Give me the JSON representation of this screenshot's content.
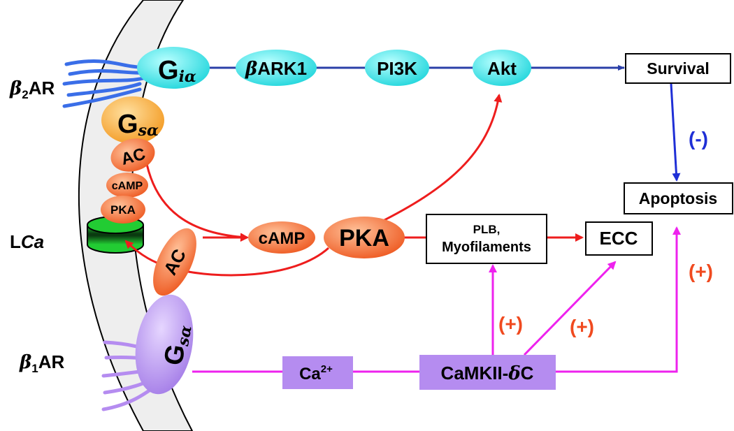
{
  "receptors": {
    "b2": {
      "greek": "β",
      "sub": "2",
      "rest": "AR"
    },
    "b1": {
      "greek": "β",
      "sub": "1",
      "rest": "AR"
    },
    "lca": {
      "plain": "L",
      "italic": "Ca"
    }
  },
  "membrane_nodes": {
    "gia": {
      "main": "G",
      "sub": "iα"
    },
    "gsa_top": {
      "main": "G",
      "sub": "sα"
    },
    "ac_top": "AC",
    "camp_small": "cAMP",
    "pka_small": "PKA",
    "ac_low": "AC",
    "gsa_low": {
      "main": "G",
      "sub": "sα"
    }
  },
  "pathway_nodes": {
    "bark1": {
      "greek": "β",
      "rest": "ARK1"
    },
    "pi3k": "PI3K",
    "akt": "Akt",
    "camp": "cAMP",
    "pka": "PKA",
    "ca": {
      "main": "Ca",
      "sup": "2+"
    },
    "camkii": {
      "main": "CaMKII-",
      "greek": "δ",
      "rest": "C"
    }
  },
  "outcome_boxes": {
    "survival": "Survival",
    "apoptosis": "Apoptosis",
    "plb_line1": "PLB,",
    "plb_line2": "Myofilaments",
    "ecc": "ECC"
  },
  "signs": {
    "minus": "(-)",
    "plus_right": "(+)",
    "plus_left": "(+)",
    "plus_mid": "(+)"
  },
  "colors": {
    "cyan_node": "#33e6e6",
    "orange_node": "#f26a2e",
    "gsa_top_node": "#f7a233",
    "purple_node": "#b58cf0",
    "blue_line": "#2b3fa8",
    "red_line": "#ee1d1d",
    "magenta_line": "#ee22ee",
    "sign_blue": "#1f2fd6",
    "sign_red": "#f04a1f",
    "green_channel": "#22cc33"
  }
}
